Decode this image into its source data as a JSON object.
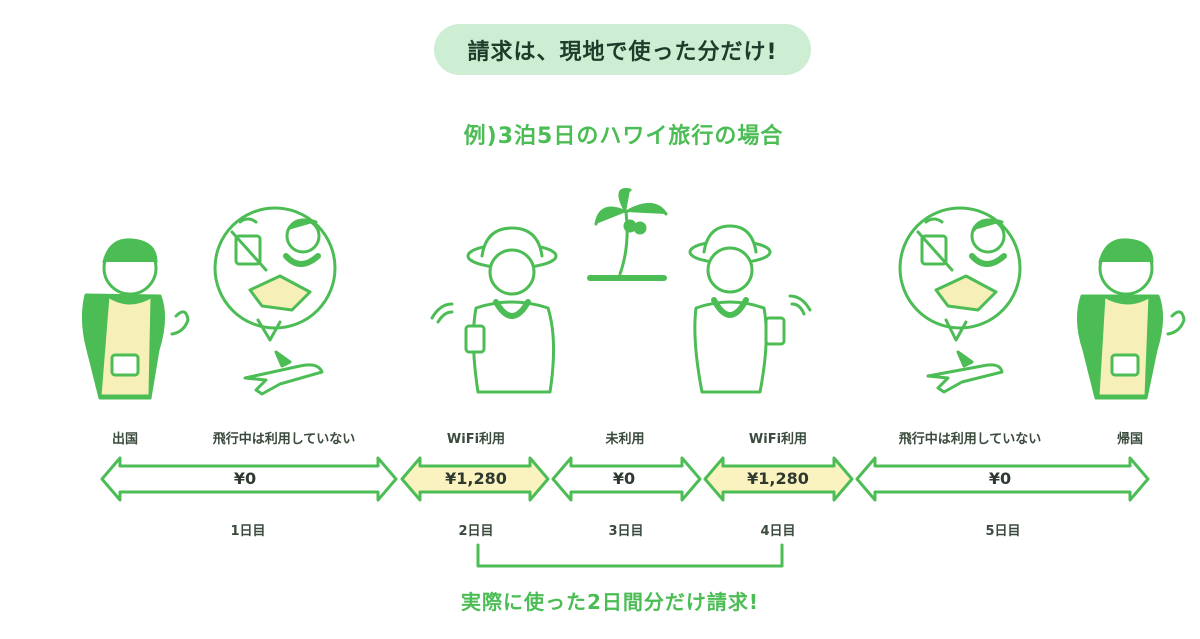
{
  "header": {
    "pill_text": "請求は、現地で使った分だけ!",
    "subtitle": "例)3泊5日のハワイ旅行の場合"
  },
  "labels": {
    "depart": "出国",
    "flight_out": "飛行中は利用していない",
    "wifi_use_1": "WiFi利用",
    "unused": "未利用",
    "wifi_use_2": "WiFi利用",
    "flight_back": "飛行中は利用していない",
    "return": "帰国"
  },
  "timeline": [
    {
      "amount": "¥0",
      "day": "1日目"
    },
    {
      "amount": "¥1,280",
      "day": "2日目"
    },
    {
      "amount": "¥0",
      "day": "3日目"
    },
    {
      "amount": "¥1,280",
      "day": "4日目"
    },
    {
      "amount": "¥0",
      "day": "5日目"
    }
  ],
  "footer": {
    "note": "実際に使った2日間分だけ請求!"
  },
  "colors": {
    "green": "#4cbc55",
    "pill_bg": "#cdeed3",
    "charged_fill": "#fbf3bf",
    "skin_fill": "#f6f0b8"
  },
  "icons": [
    "traveler-icon",
    "no-wifi-icon",
    "airplane-icon",
    "wifi-icon",
    "palm-tree-icon"
  ]
}
